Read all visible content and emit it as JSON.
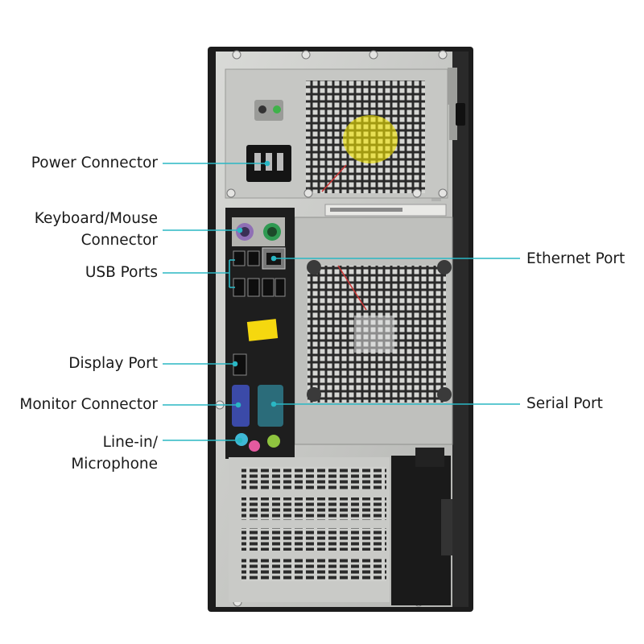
{
  "labels": {
    "power_connector": "Power Connector",
    "keyboard_mouse_line1": "Keyboard/Mouse",
    "keyboard_mouse_line2": "Connector",
    "usb_ports": "USB Ports",
    "display_port": "Display Port",
    "monitor_connector": "Monitor Connector",
    "line_in_line1": "Line-in/",
    "line_in_line2": "Microphone",
    "ethernet_port": "Ethernet Port",
    "serial_port": "Serial Port"
  },
  "colors": {
    "callout_line": "#2ab7c4",
    "chassis_black": "#1c1c1c",
    "panel_silver": "#c8c9c6",
    "psu_yellow": "#f3e600",
    "sticker_yellow": "#f5d80f",
    "vga_blue": "#3b4aa8",
    "ps2_purple": "#8f6fb5",
    "ps2_green": "#2f9a52",
    "audio_cyan": "#3fb8d6",
    "audio_pink": "#e45aa0",
    "audio_green": "#8fc43f"
  },
  "icons": {
    "power_socket": "iec-c14-socket-icon",
    "ethernet": "rj45-port-icon",
    "usb": "usb-port-icon"
  }
}
